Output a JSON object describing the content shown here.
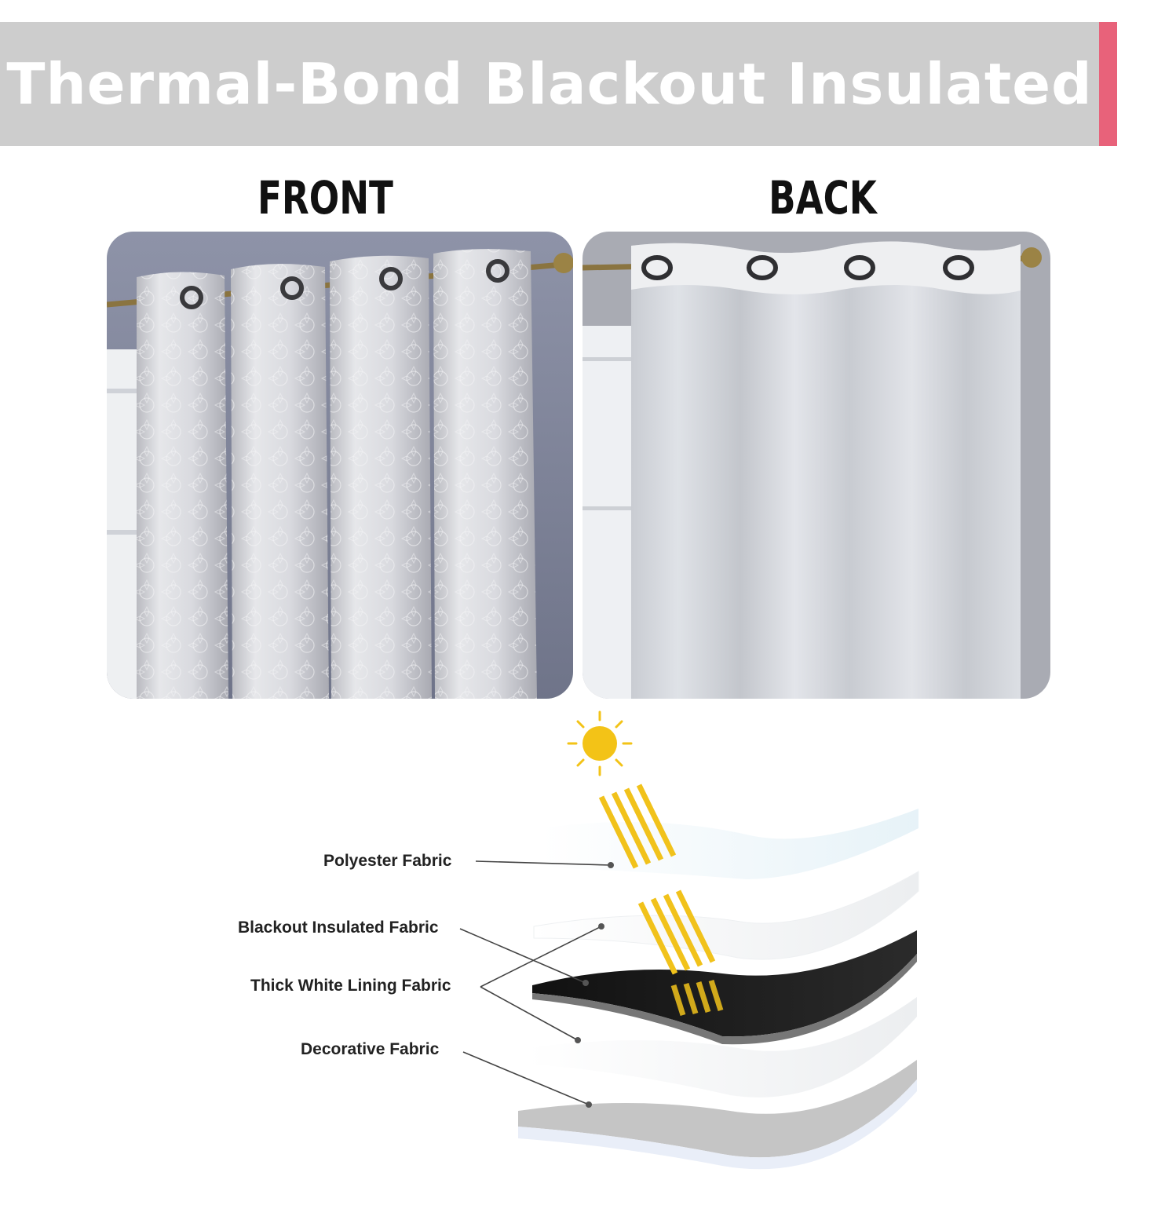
{
  "banner": {
    "title": "Thermal-Bond Blackout Insulated",
    "background_color": "#cdcdcd",
    "accent_color": "#e8627a"
  },
  "views": {
    "front_label": "FRONT",
    "back_label": "BACK"
  },
  "layers": [
    {
      "label": "Polyester Fabric"
    },
    {
      "label": "Blackout Insulated Fabric"
    },
    {
      "label": "Thick White Lining Fabric"
    },
    {
      "label": "Decorative Fabric"
    }
  ],
  "icons": {
    "sun": "sun-icon",
    "light_rays": "light-rays-icon"
  }
}
